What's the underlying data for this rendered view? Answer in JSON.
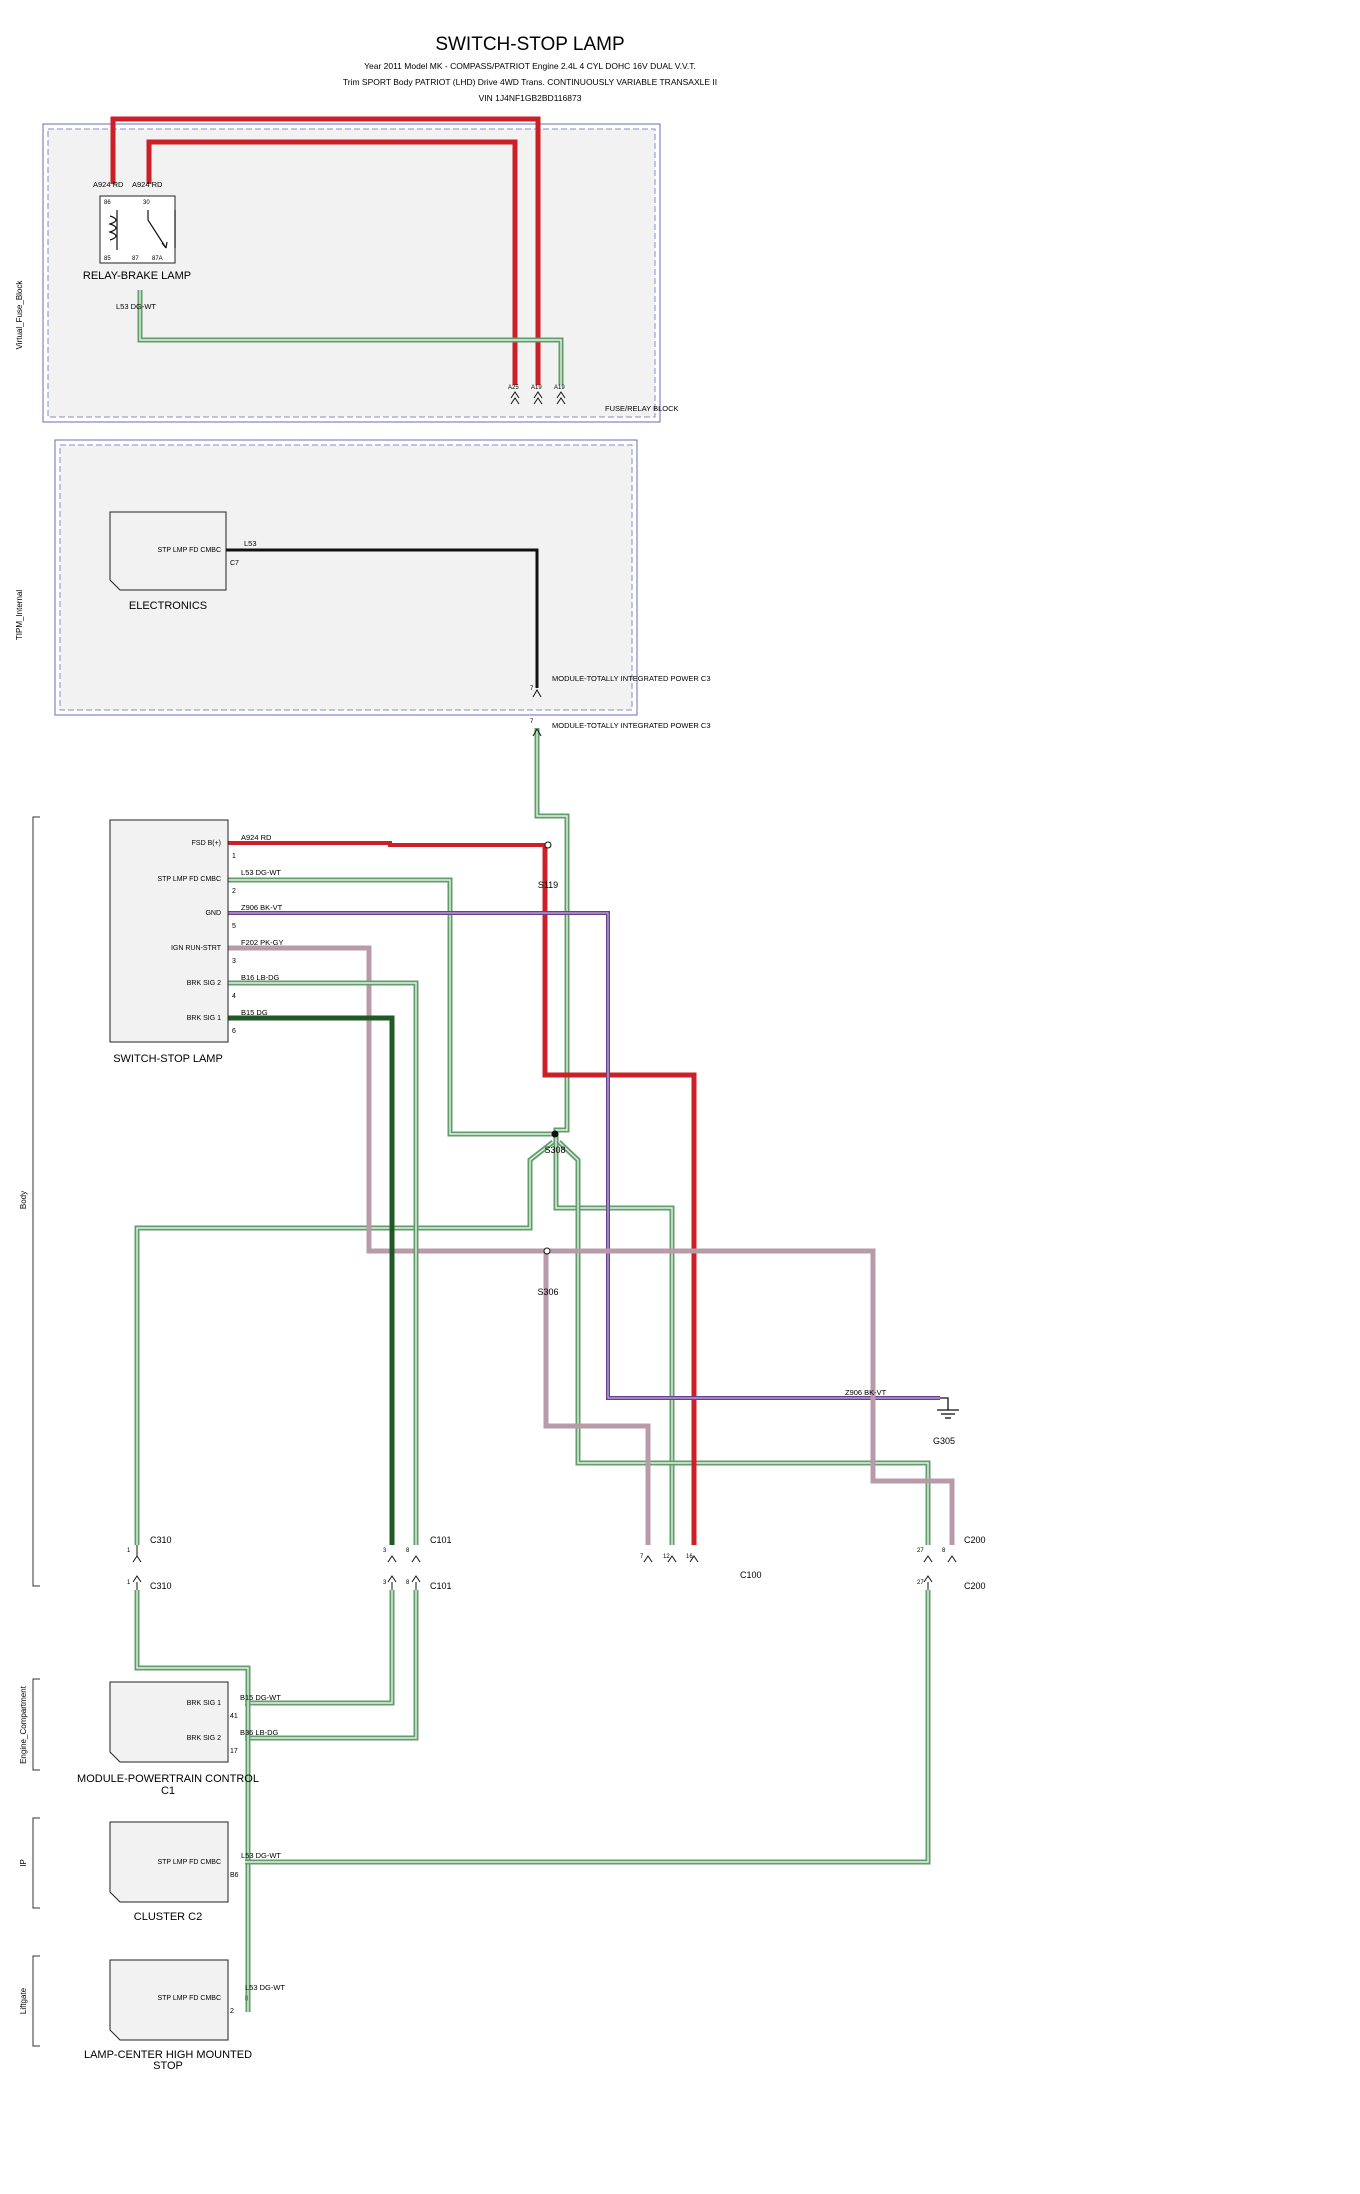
{
  "header": {
    "title": "SWITCH-STOP LAMP",
    "line1": "Year 2011 Model MK - COMPASS/PATRIOT Engine 2.4L 4 CYL DOHC 16V DUAL V.V.T.",
    "line2": "Trim SPORT Body PATRIOT (LHD) Drive 4WD Trans. CONTINUOUSLY VARIABLE TRANSAXLE II",
    "line3": "VIN 1J4NF1GB2BD116873"
  },
  "sections": {
    "virtual_fuse_block": "Virtual_Fuse_Block",
    "tipm_internal": "TIPM_Internal",
    "body": "Body",
    "engine_compartment": "Engine_Compartment",
    "ip": "IP",
    "liftgate": "Liftgate"
  },
  "colors": {
    "red": "#cc1f27",
    "green_trace": "#5f9e6a",
    "dark_green": "#1f5a26",
    "purple": "#6b3f8f",
    "pink_gray": "#b89aa8",
    "black": "#111111",
    "box_fill": "#f2f2f2",
    "zone_border": "#6a6ab8"
  },
  "relay": {
    "name": "RELAY-BRAKE LAMP",
    "pin86": "86",
    "pin30": "30",
    "pin85": "85",
    "pin87": "87",
    "pin87a": "87A",
    "wire_a": "A924 RD",
    "wire_b": "A924 RD",
    "wire_out": "L53 DG-WT"
  },
  "fuse_block": {
    "label": "FUSE/RELAY BLOCK",
    "pins": [
      "A25",
      "A19",
      "A19",
      ""
    ]
  },
  "electronics": {
    "name": "ELECTRONICS",
    "pin_label": "STP LMP FD CMBC",
    "pin": "C7",
    "wire": "L53"
  },
  "tipm_connector": {
    "label_in": "MODULE-TOTALLY INTEGRATED POWER C3",
    "label_out": "MODULE-TOTALLY INTEGRATED POWER C3",
    "pin_in": "7",
    "pin_out": "7"
  },
  "switch": {
    "name": "SWITCH-STOP LAMP",
    "pins": [
      {
        "label": "FSD B(+)",
        "num": "1",
        "wire": "A924 RD"
      },
      {
        "label": "STP LMP FD CMBC",
        "num": "2",
        "wire": "L53 DG-WT"
      },
      {
        "label": "GND",
        "num": "5",
        "wire": "Z906 BK-VT"
      },
      {
        "label": "IGN RUN-STRT",
        "num": "3",
        "wire": "F202 PK-GY"
      },
      {
        "label": "BRK SIG 2",
        "num": "4",
        "wire": "B16 LB-DG"
      },
      {
        "label": "BRK SIG 1",
        "num": "6",
        "wire": "B15 DG"
      }
    ]
  },
  "splices": {
    "s119": "S119",
    "s308": "S308",
    "s306": "S306"
  },
  "ground": {
    "name": "G305",
    "wire": "Z906 BK-VT"
  },
  "connectors": {
    "c310_top": "C310",
    "c310_bottom": "C310",
    "c310_pin_top": "1",
    "c310_pin_bottom": "1",
    "c101_top": "C101",
    "c101_bottom": "C101",
    "c101_pins_top": [
      "3",
      "8"
    ],
    "c101_pins_bottom": [
      "3",
      "8"
    ],
    "c100": "C100",
    "c100_pins": [
      "7",
      "12",
      "16"
    ],
    "c200_top": "C200",
    "c200_bottom": "C200",
    "c200_pins_top": [
      "27",
      "8"
    ],
    "c200_pin_bottom": "27"
  },
  "pcm": {
    "name": "MODULE-POWERTRAIN CONTROL",
    "sub": "C1",
    "pins": [
      {
        "label": "BRK SIG 1",
        "num": "41",
        "wire": "B15 DG-WT"
      },
      {
        "label": "BRK SIG 2",
        "num": "17",
        "wire": "B36 LB-DG"
      }
    ]
  },
  "cluster": {
    "name": "CLUSTER C2",
    "pin_label": "STP LMP FD CMBC",
    "pin": "B6",
    "wire": "L53 DG-WT"
  },
  "lamp": {
    "name": "LAMP-CENTER HIGH MOUNTED",
    "sub": "STOP",
    "pin_label": "STP LMP FD CMBC",
    "pin": "2",
    "wire": "L53 DG-WT"
  }
}
